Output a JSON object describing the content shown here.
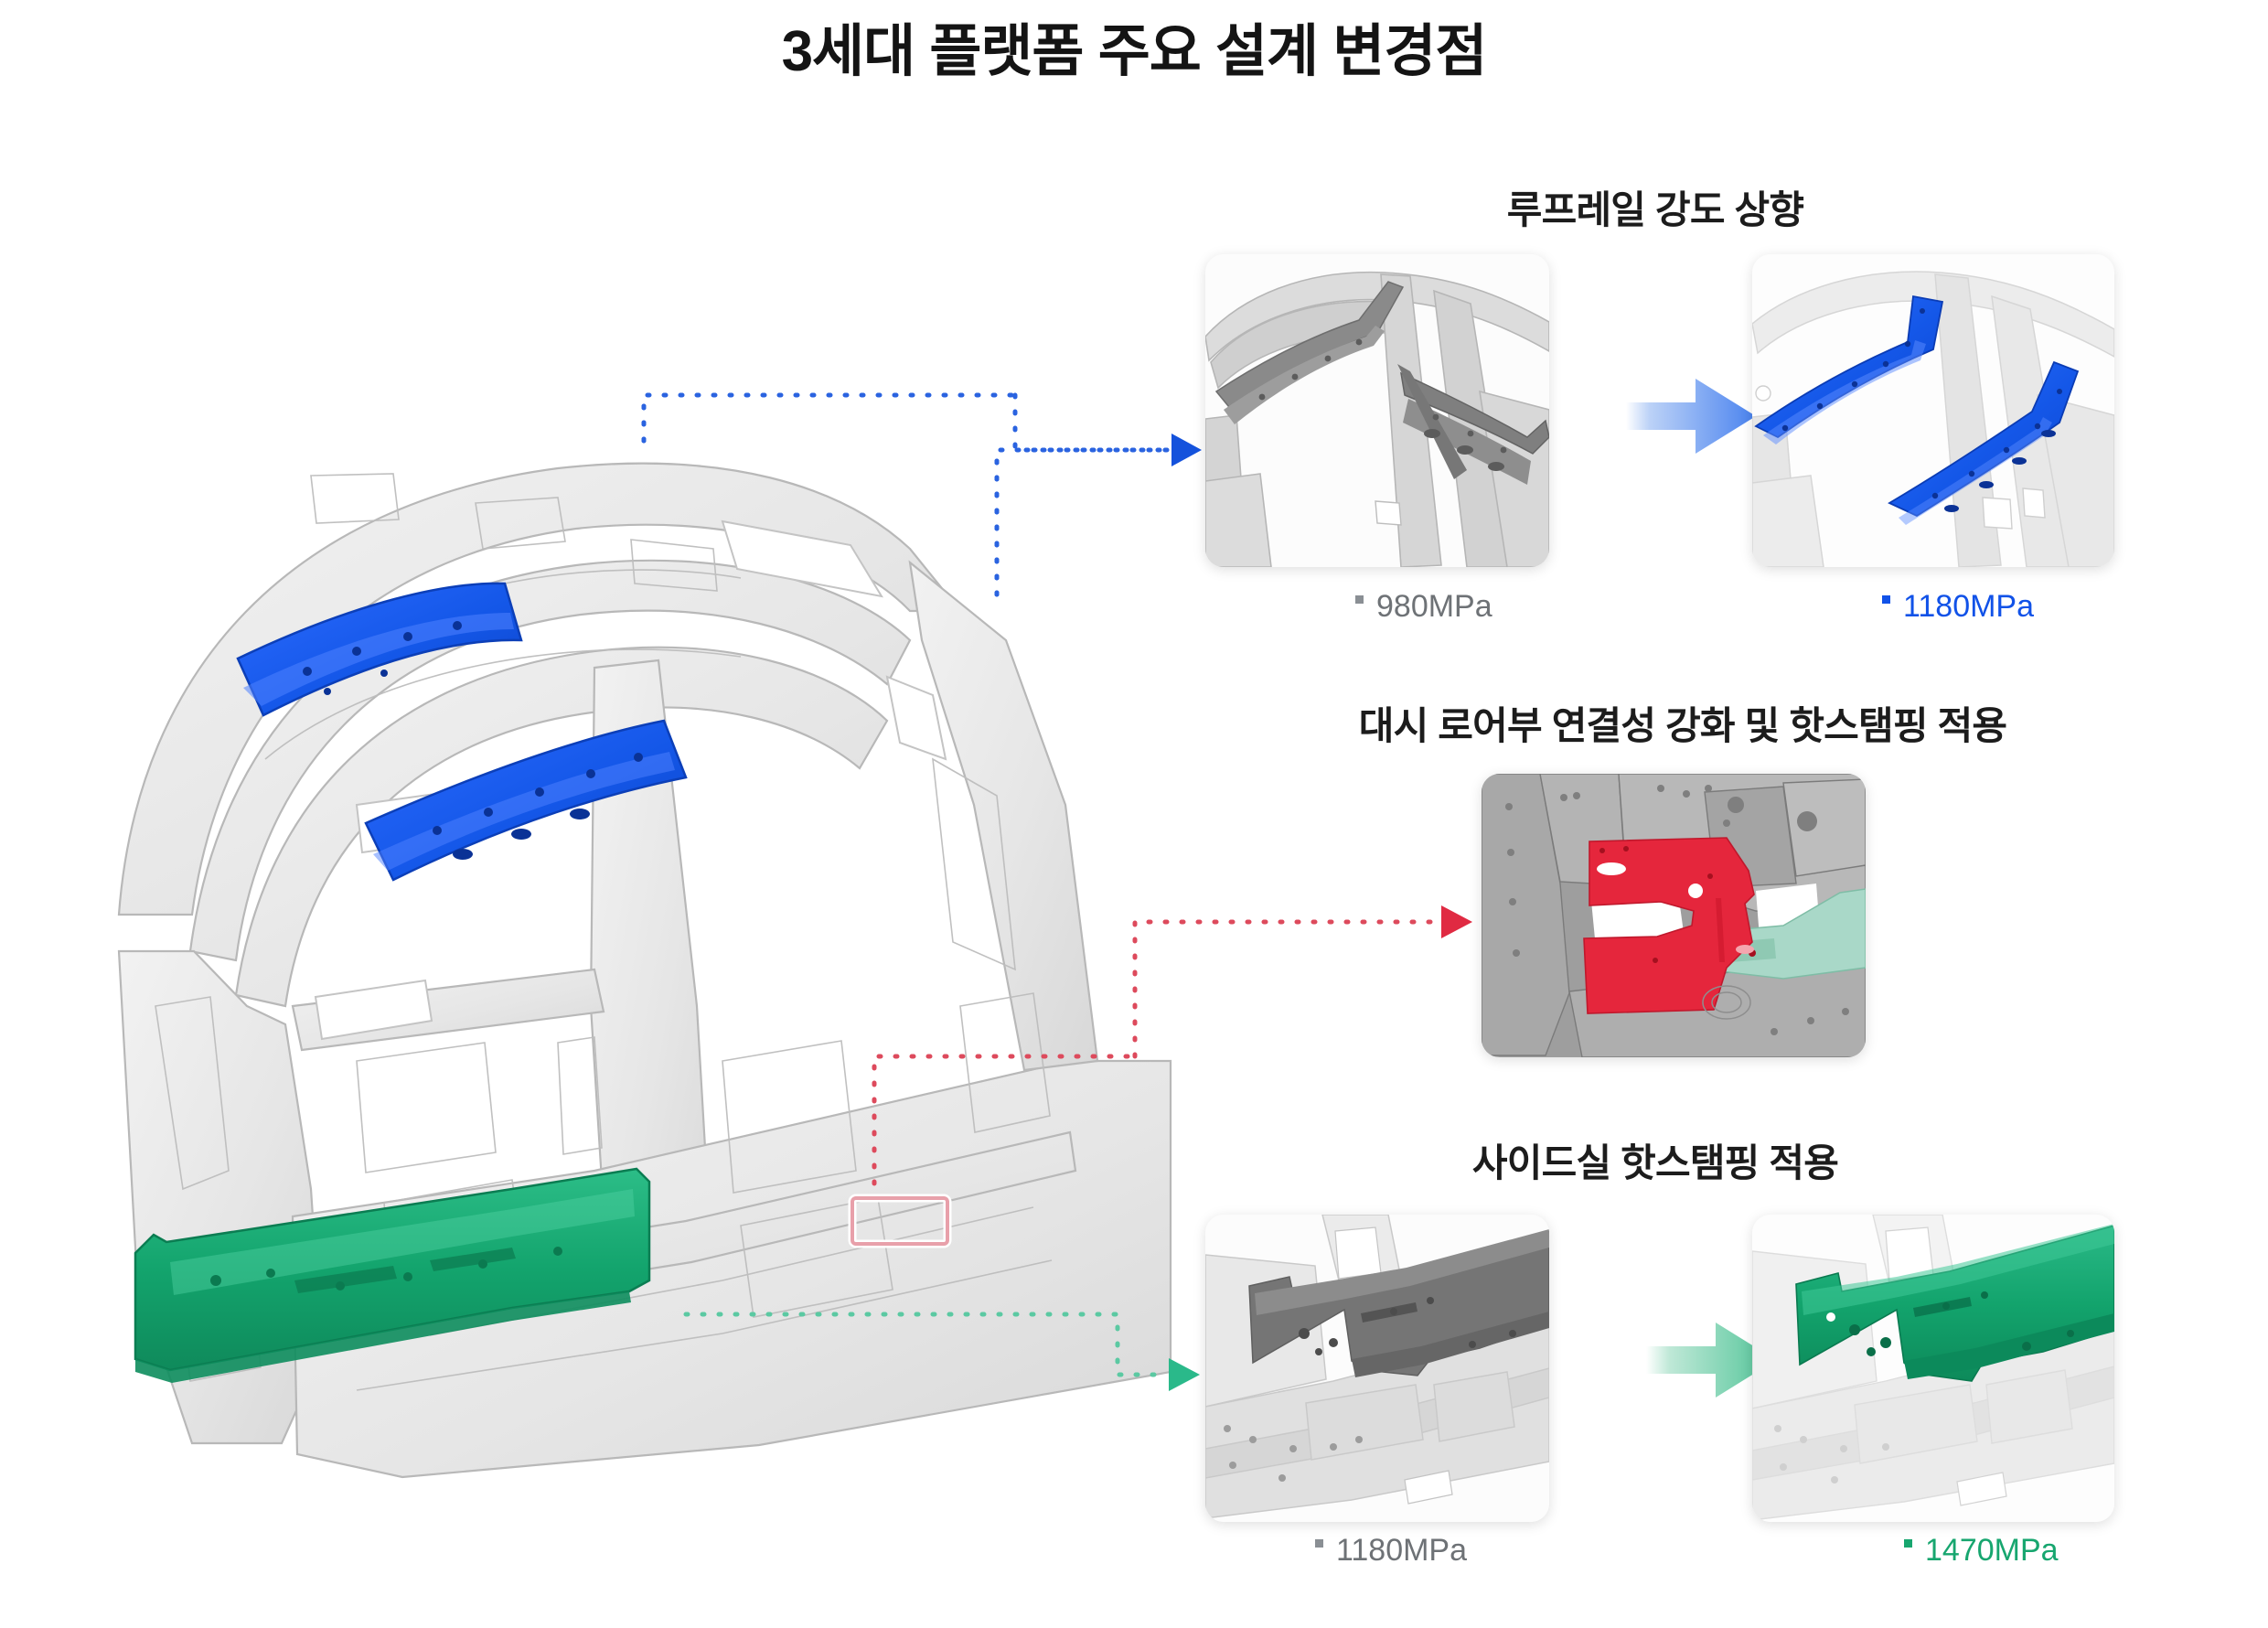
{
  "header": {
    "title": "3세대 플랫폼 주요 설계 변경점"
  },
  "colors": {
    "blue_highlight": "#1457e8",
    "green_highlight": "#13a46d",
    "red_highlight": "#e5263c",
    "mint_highlight": "#a9d8c8",
    "body_gray": "#e9e9e9",
    "dark_part_gray": "#7c7c7c",
    "caption_gray": "#6e7276",
    "title_black": "#141414"
  },
  "main_diagram": {
    "name": "vehicle-body-cad-view",
    "highlighted_parts": [
      {
        "part": "roof-rail-front",
        "color": "blue"
      },
      {
        "part": "roof-rail-rear",
        "color": "blue"
      },
      {
        "part": "side-sill",
        "color": "green"
      },
      {
        "part": "dash-lower-zoom-box",
        "color": "red"
      }
    ]
  },
  "sections": [
    {
      "id": "roof-rail",
      "title": "루프레일 강도 상향",
      "accent": "#1152e8",
      "connector_color": "#2a63e0",
      "has_arrow": true,
      "before": {
        "label": "980MPa",
        "label_style": "gray",
        "image_name": "roof-rail-before-render"
      },
      "after": {
        "label": "1180MPa",
        "label_style": "blue",
        "image_name": "roof-rail-after-render"
      }
    },
    {
      "id": "dash-lower",
      "title": "대시 로어부 연결성 강화 및 핫스탬핑 적용",
      "accent": "#e5263c",
      "connector_color": "#dd4a5c",
      "has_arrow": false,
      "single": {
        "image_name": "dash-lower-hotstamping-render"
      }
    },
    {
      "id": "side-sill",
      "title": "사이드실 핫스탬핑 적용",
      "accent": "#17a66f",
      "connector_color": "#5bc9a2",
      "has_arrow": true,
      "before": {
        "label": "1180MPa",
        "label_style": "gray",
        "image_name": "side-sill-before-render"
      },
      "after": {
        "label": "1470MPa",
        "label_style": "green",
        "image_name": "side-sill-after-render"
      }
    }
  ]
}
